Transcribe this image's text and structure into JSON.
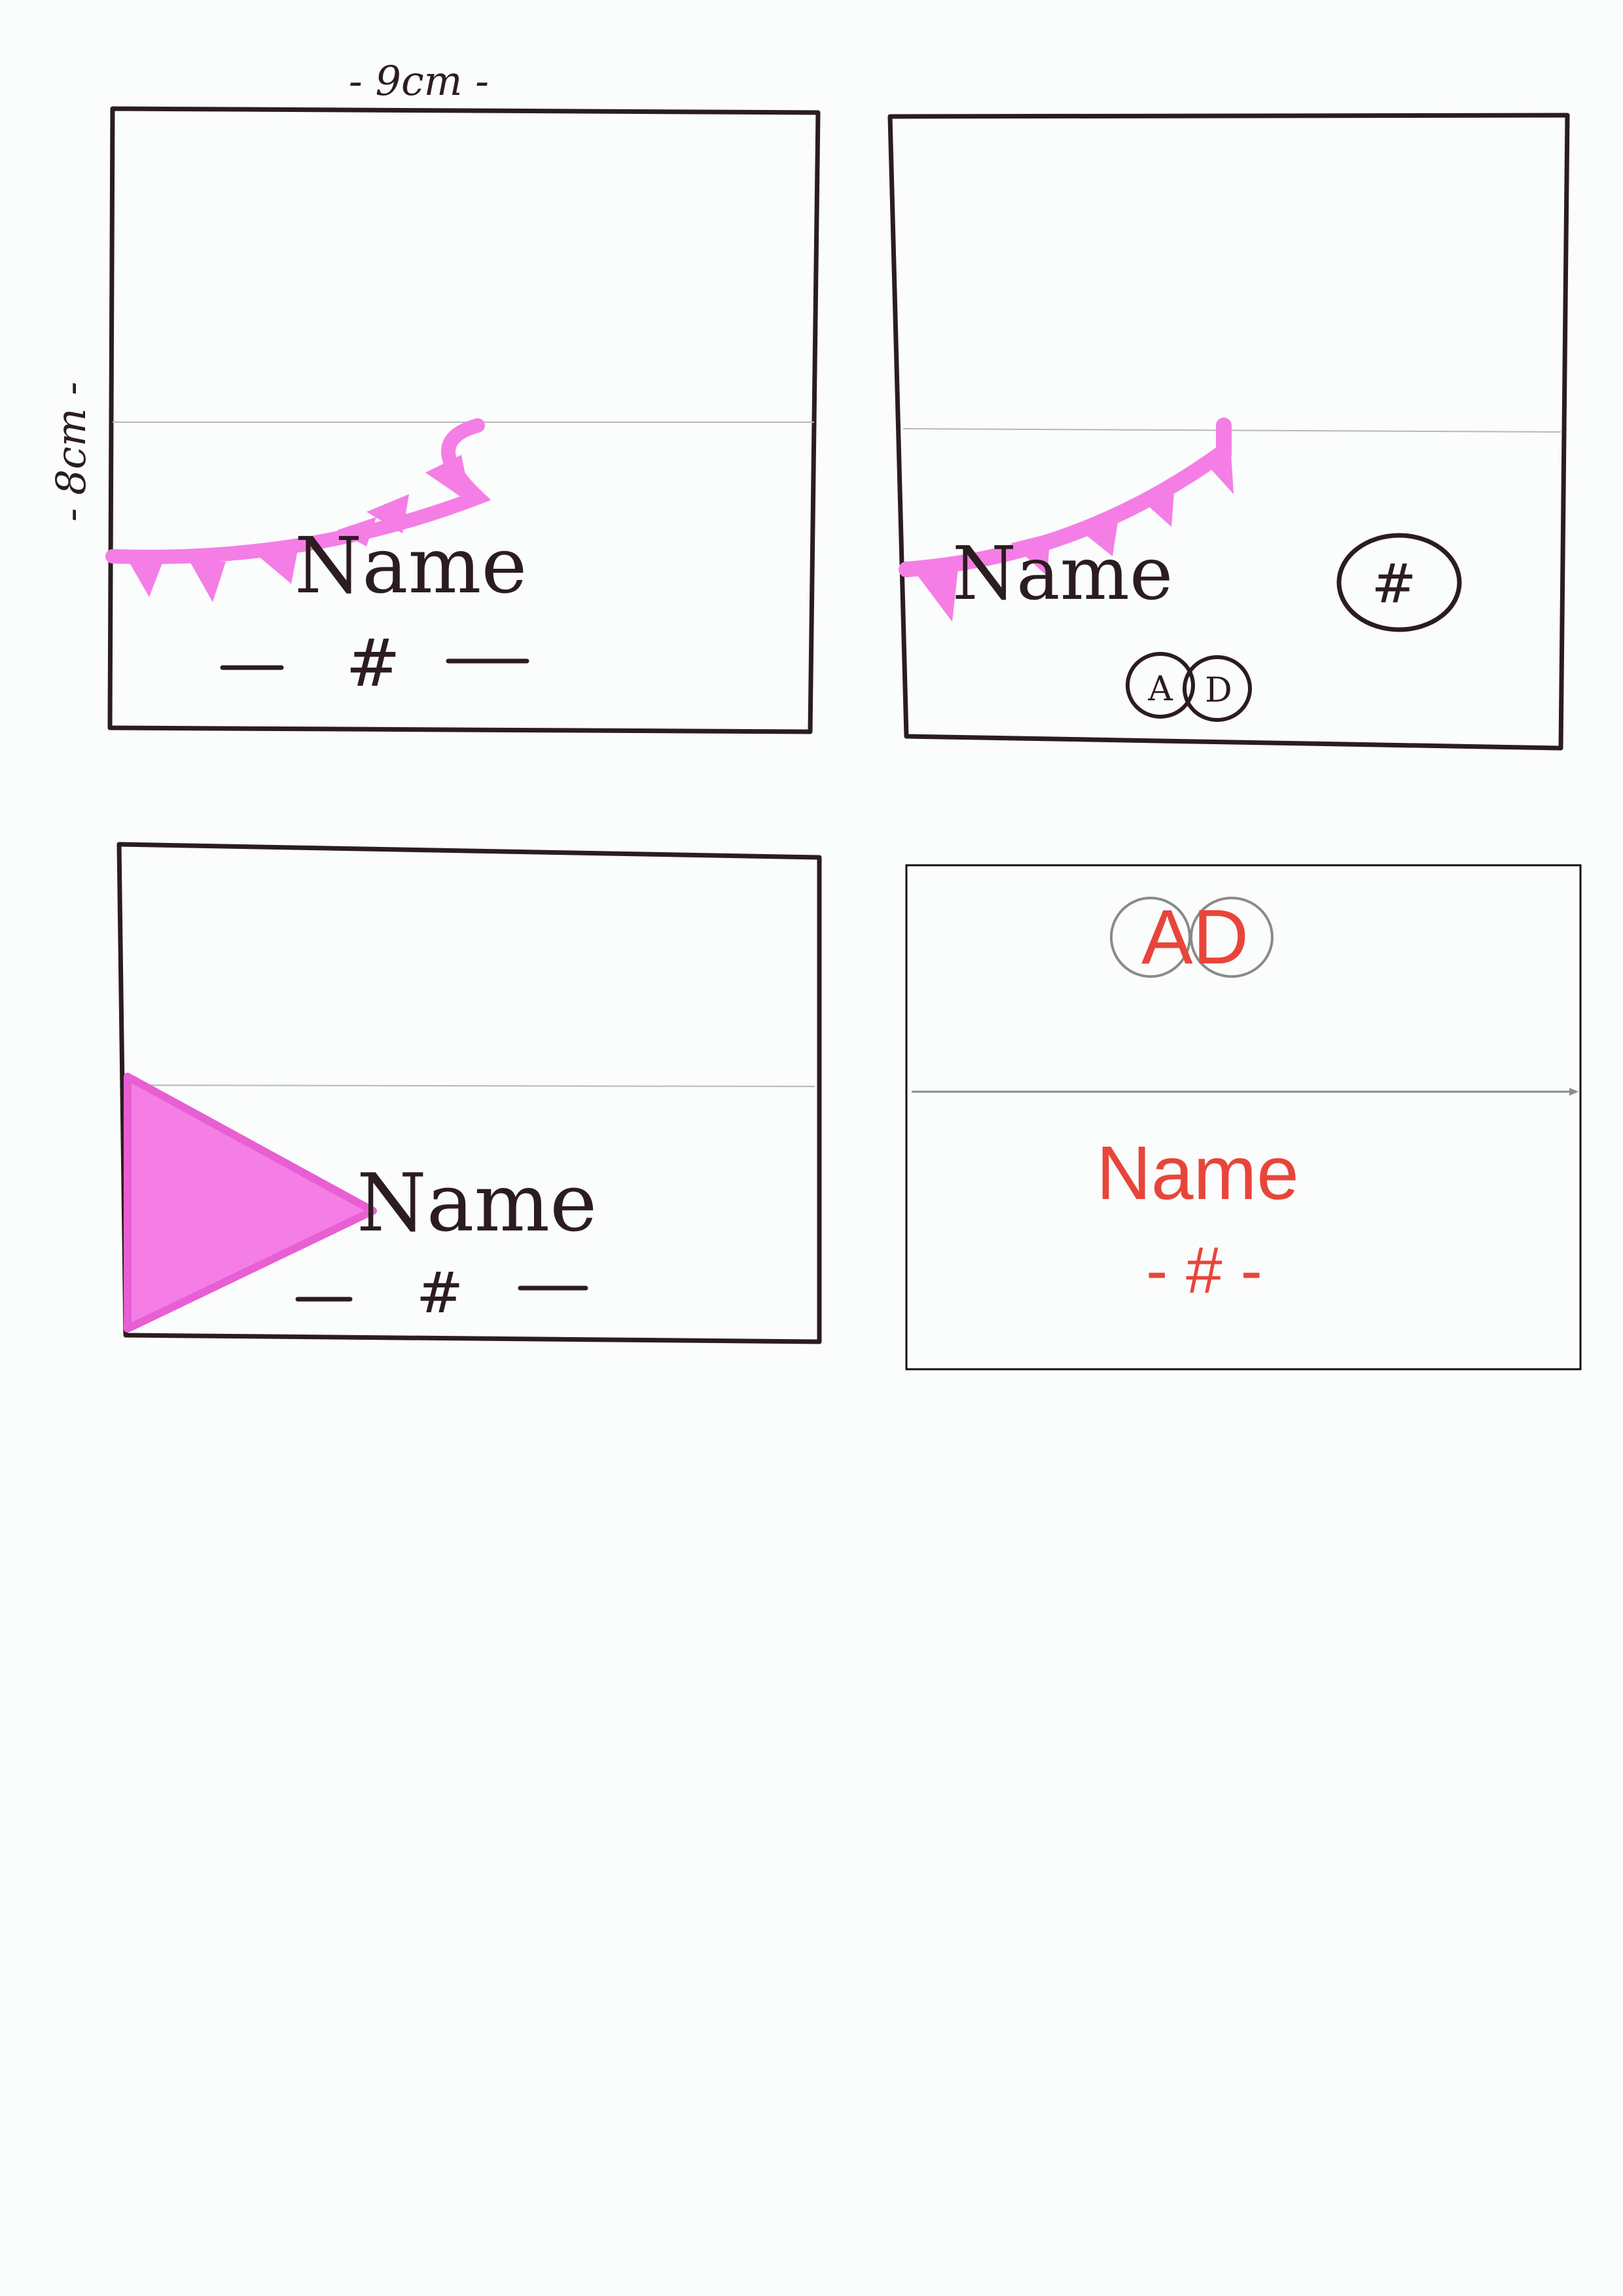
{
  "dimensions": {
    "width_label": "- 9cm -",
    "height_label": "- 8cm -"
  },
  "sketches": [
    {
      "id": "sketch-1",
      "name_text": "Name",
      "number_text": "#",
      "pink_element": "bunting-banner"
    },
    {
      "id": "sketch-2",
      "name_text": "Name",
      "number_text": "#",
      "monogram_left": "A",
      "monogram_right": "D",
      "pink_element": "bunting-banner"
    },
    {
      "id": "sketch-3",
      "name_text": "Name",
      "number_text": "#",
      "pink_element": "pennant-flag"
    },
    {
      "id": "digital-design",
      "monogram": "AD",
      "name_text": "Name",
      "number_text": "- # -"
    }
  ],
  "colors": {
    "ink": "#2b1d1f",
    "pink_marker": "#f47ee6",
    "pink_marker_dark": "#e85fd4",
    "accent_red": "#e8453a",
    "fold_line": "#b8b8b8",
    "paper": "#fbfcfc"
  }
}
